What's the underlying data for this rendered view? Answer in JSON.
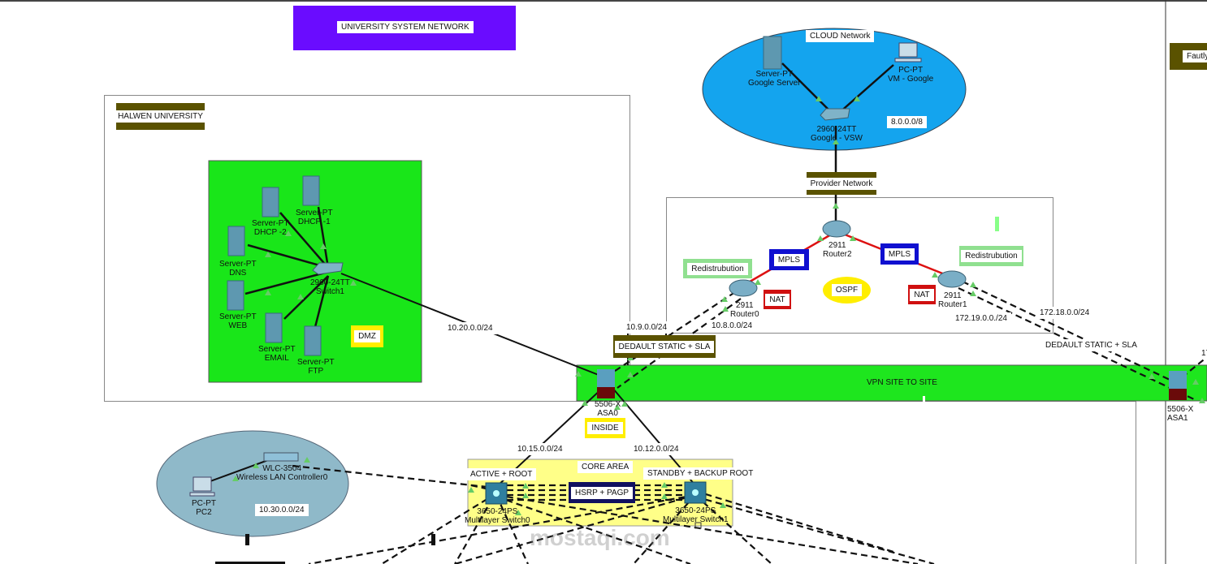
{
  "title": "UNIVERSITY SYSTEM NETWORK",
  "colors": {
    "title_bg": "#6a0cff",
    "dmz": "#19e619",
    "cloud": "#14a4ee",
    "wireless": "#8fb9c9",
    "vpn": "#1ee61e",
    "core": "#ffff88",
    "olive": "#5a5200",
    "mpls": "#1010d0",
    "nat": "#d01010",
    "redistribution": "#90e090",
    "ospf": "#ffee00",
    "link_red": "#dd1111"
  },
  "areas": {
    "halwen": "HALWEN UNIVERSITY",
    "dmz": "DMZ",
    "cloud": "CLOUD Network",
    "cloud_subnet": "8.0.0.0/8",
    "provider": "Provider Network",
    "vpn": "VPN SITE TO SITE",
    "inside": "INSIDE",
    "core": "CORE AREA",
    "hsrp": "HSRP + PAGP",
    "active": "ACTIVE + ROOT",
    "standby": "STANDBY + BACKUP ROOT",
    "default_left": "DEDAULT STATIC + SLA",
    "default_right": "DEDAULT STATIC + SLA",
    "ospf": "OSPF",
    "mpls_left": "MPLS",
    "mpls_right": "MPLS",
    "nat_left": "NAT",
    "nat_right": "NAT",
    "redis_left": "Redistrubution",
    "redis_right": "Redistrubution",
    "faulty": "Fautly",
    "wireless_subnet": "10.30.0.0/24"
  },
  "subnets": {
    "dmz_link": "10.20.0.0/24",
    "r0_link_a": "10.9.0.0/24",
    "r0_link_b": "10.8.0.0/24",
    "r1_link_a": "172.18.0.0/24",
    "r1_link_b": "172.19.0.0./24",
    "core_left": "10.15.0.0/24",
    "core_right": "10.12.0.0/24",
    "right_cut": "17"
  },
  "devices": {
    "dhcp2": {
      "model": "Server-PT",
      "name": "DHCP -2"
    },
    "dhcp1": {
      "model": "Server-PT",
      "name": "DHCP -1"
    },
    "dns": {
      "model": "Server-PT",
      "name": "DNS"
    },
    "web": {
      "model": "Server-PT",
      "name": "WEB"
    },
    "email": {
      "model": "Server-PT",
      "name": "EMAIL"
    },
    "ftp": {
      "model": "Server-PT",
      "name": "FTP"
    },
    "switch1": {
      "model": "2960-24TT",
      "name": "Switch1"
    },
    "google_server": {
      "model": "Server-PT",
      "name": "Google Server"
    },
    "vm_google": {
      "model": "PC-PT",
      "name": "VM - Google"
    },
    "google_vsw": {
      "model": "2960-24TT",
      "name": "Google - VSW"
    },
    "router2": {
      "model": "2911",
      "name": "Router2"
    },
    "router0": {
      "model": "2911",
      "name": "Router0"
    },
    "router1": {
      "model": "2911",
      "name": "Router1"
    },
    "asa0": {
      "model": "5506-X",
      "name": "ASA0"
    },
    "asa1": {
      "model": "5506-X",
      "name": "ASA1"
    },
    "mls0": {
      "model": "3650-24PS",
      "name": "Multilayer Switch0"
    },
    "mls1": {
      "model": "3650-24PS",
      "name": "Multilayer Switch1"
    },
    "wlc": {
      "model": "WLC-3504",
      "name": "Wireless  LAN Controller0"
    },
    "pc2": {
      "model": "PC-PT",
      "name": "PC2"
    }
  },
  "watermark": "mostaqi.com"
}
